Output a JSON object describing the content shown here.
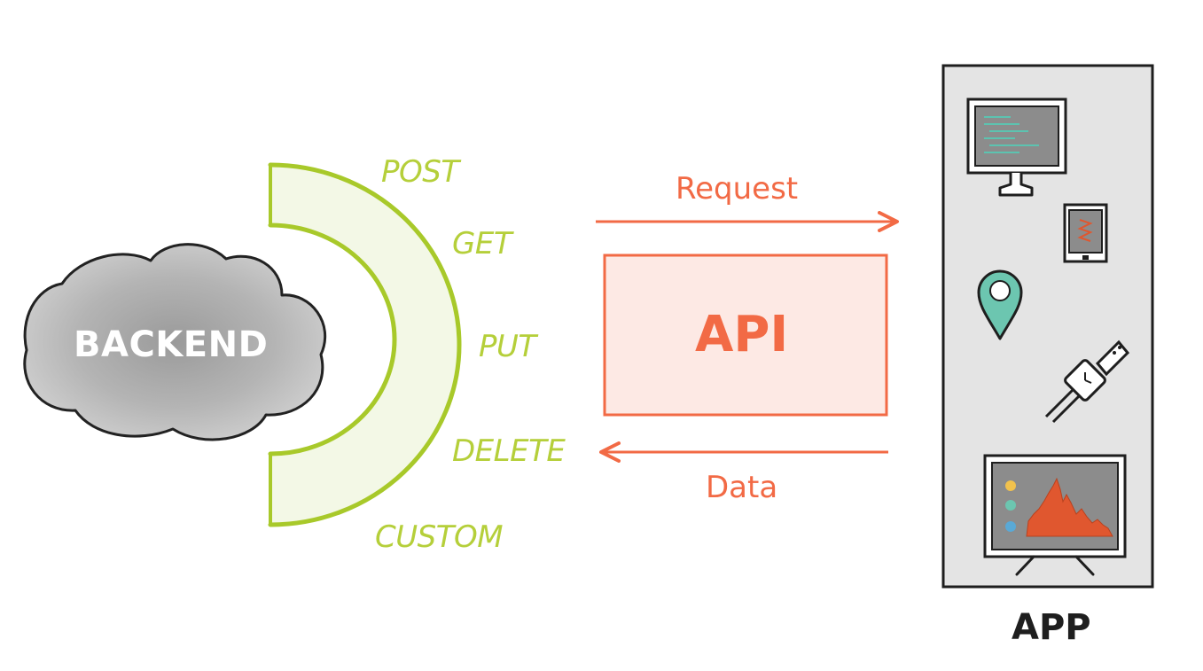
{
  "backend": {
    "label": "BACKEND"
  },
  "methods": [
    "POST",
    "GET",
    "PUT",
    "DELETE",
    "CUSTOM"
  ],
  "flows": {
    "request_label": "Request",
    "data_label": "Data"
  },
  "api": {
    "label": "API"
  },
  "app": {
    "label": "APP"
  },
  "colors": {
    "method_green": "#b5cf3a",
    "api_orange": "#f26a45",
    "api_fill": "#fde9e4",
    "app_panel": "#e4e4e4",
    "cloud_fill": "#b9b9b9",
    "marker_teal": "#6cc6b0",
    "chart_orange": "#e0572f"
  },
  "icons": [
    "desktop-monitor-icon",
    "tablet-icon",
    "map-pin-icon",
    "smartwatch-icon",
    "tv-chart-icon"
  ]
}
